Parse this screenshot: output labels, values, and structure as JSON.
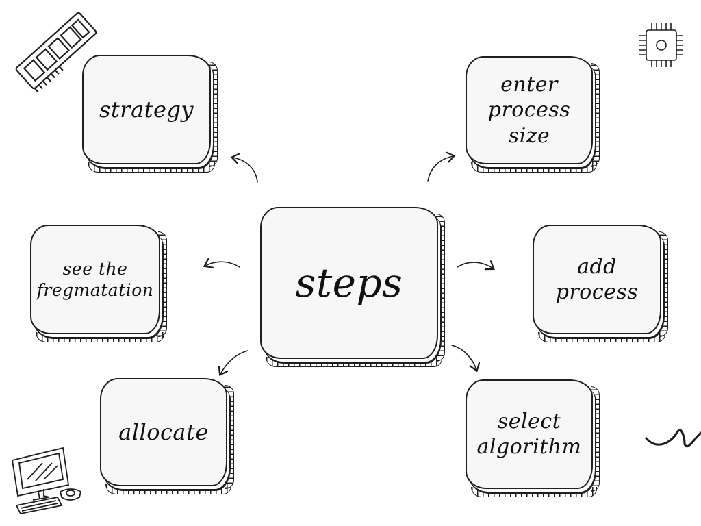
{
  "diagram": {
    "center": {
      "label": "steps"
    },
    "nodes": [
      {
        "id": "strategy",
        "label": "strategy"
      },
      {
        "id": "enter-process-size",
        "label": "enter\nprocess size"
      },
      {
        "id": "see-the-fragmentation",
        "label": "see the\nfregmatation"
      },
      {
        "id": "add-process",
        "label": "add\nprocess"
      },
      {
        "id": "allocate",
        "label": "allocate"
      },
      {
        "id": "select-algorithm",
        "label": "select\nalgorithm"
      }
    ],
    "icons": [
      "memory-module-icon",
      "cpu-chip-icon",
      "desktop-computer-icon",
      "squiggle-doodle"
    ]
  },
  "colors": {
    "ink": "#1e1e1e",
    "card_fill": "#f7f7f7",
    "background": "#ffffff"
  }
}
